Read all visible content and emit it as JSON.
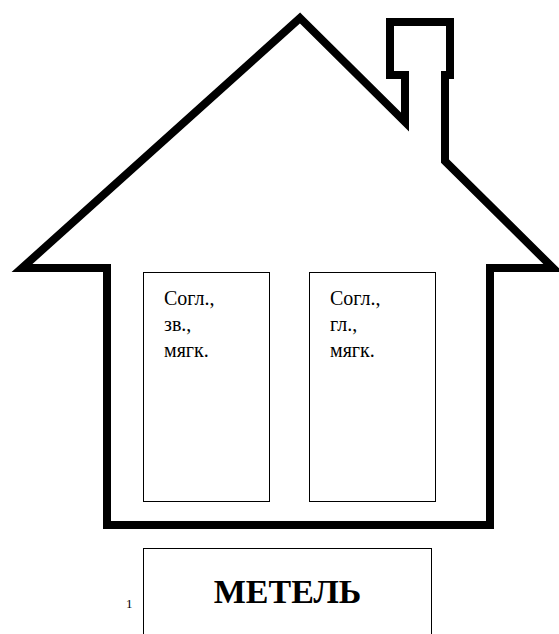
{
  "diagram": {
    "nodes": [
      {
        "text": [
          "Согл., зв., мягк."
        ]
      },
      {
        "text": [
          "Согл., гл., мягк."
        ]
      },
      {
        "text": [
          "МЕТЕЛЬ"
        ]
      }
    ],
    "labels": [
      "1"
    ]
  }
}
